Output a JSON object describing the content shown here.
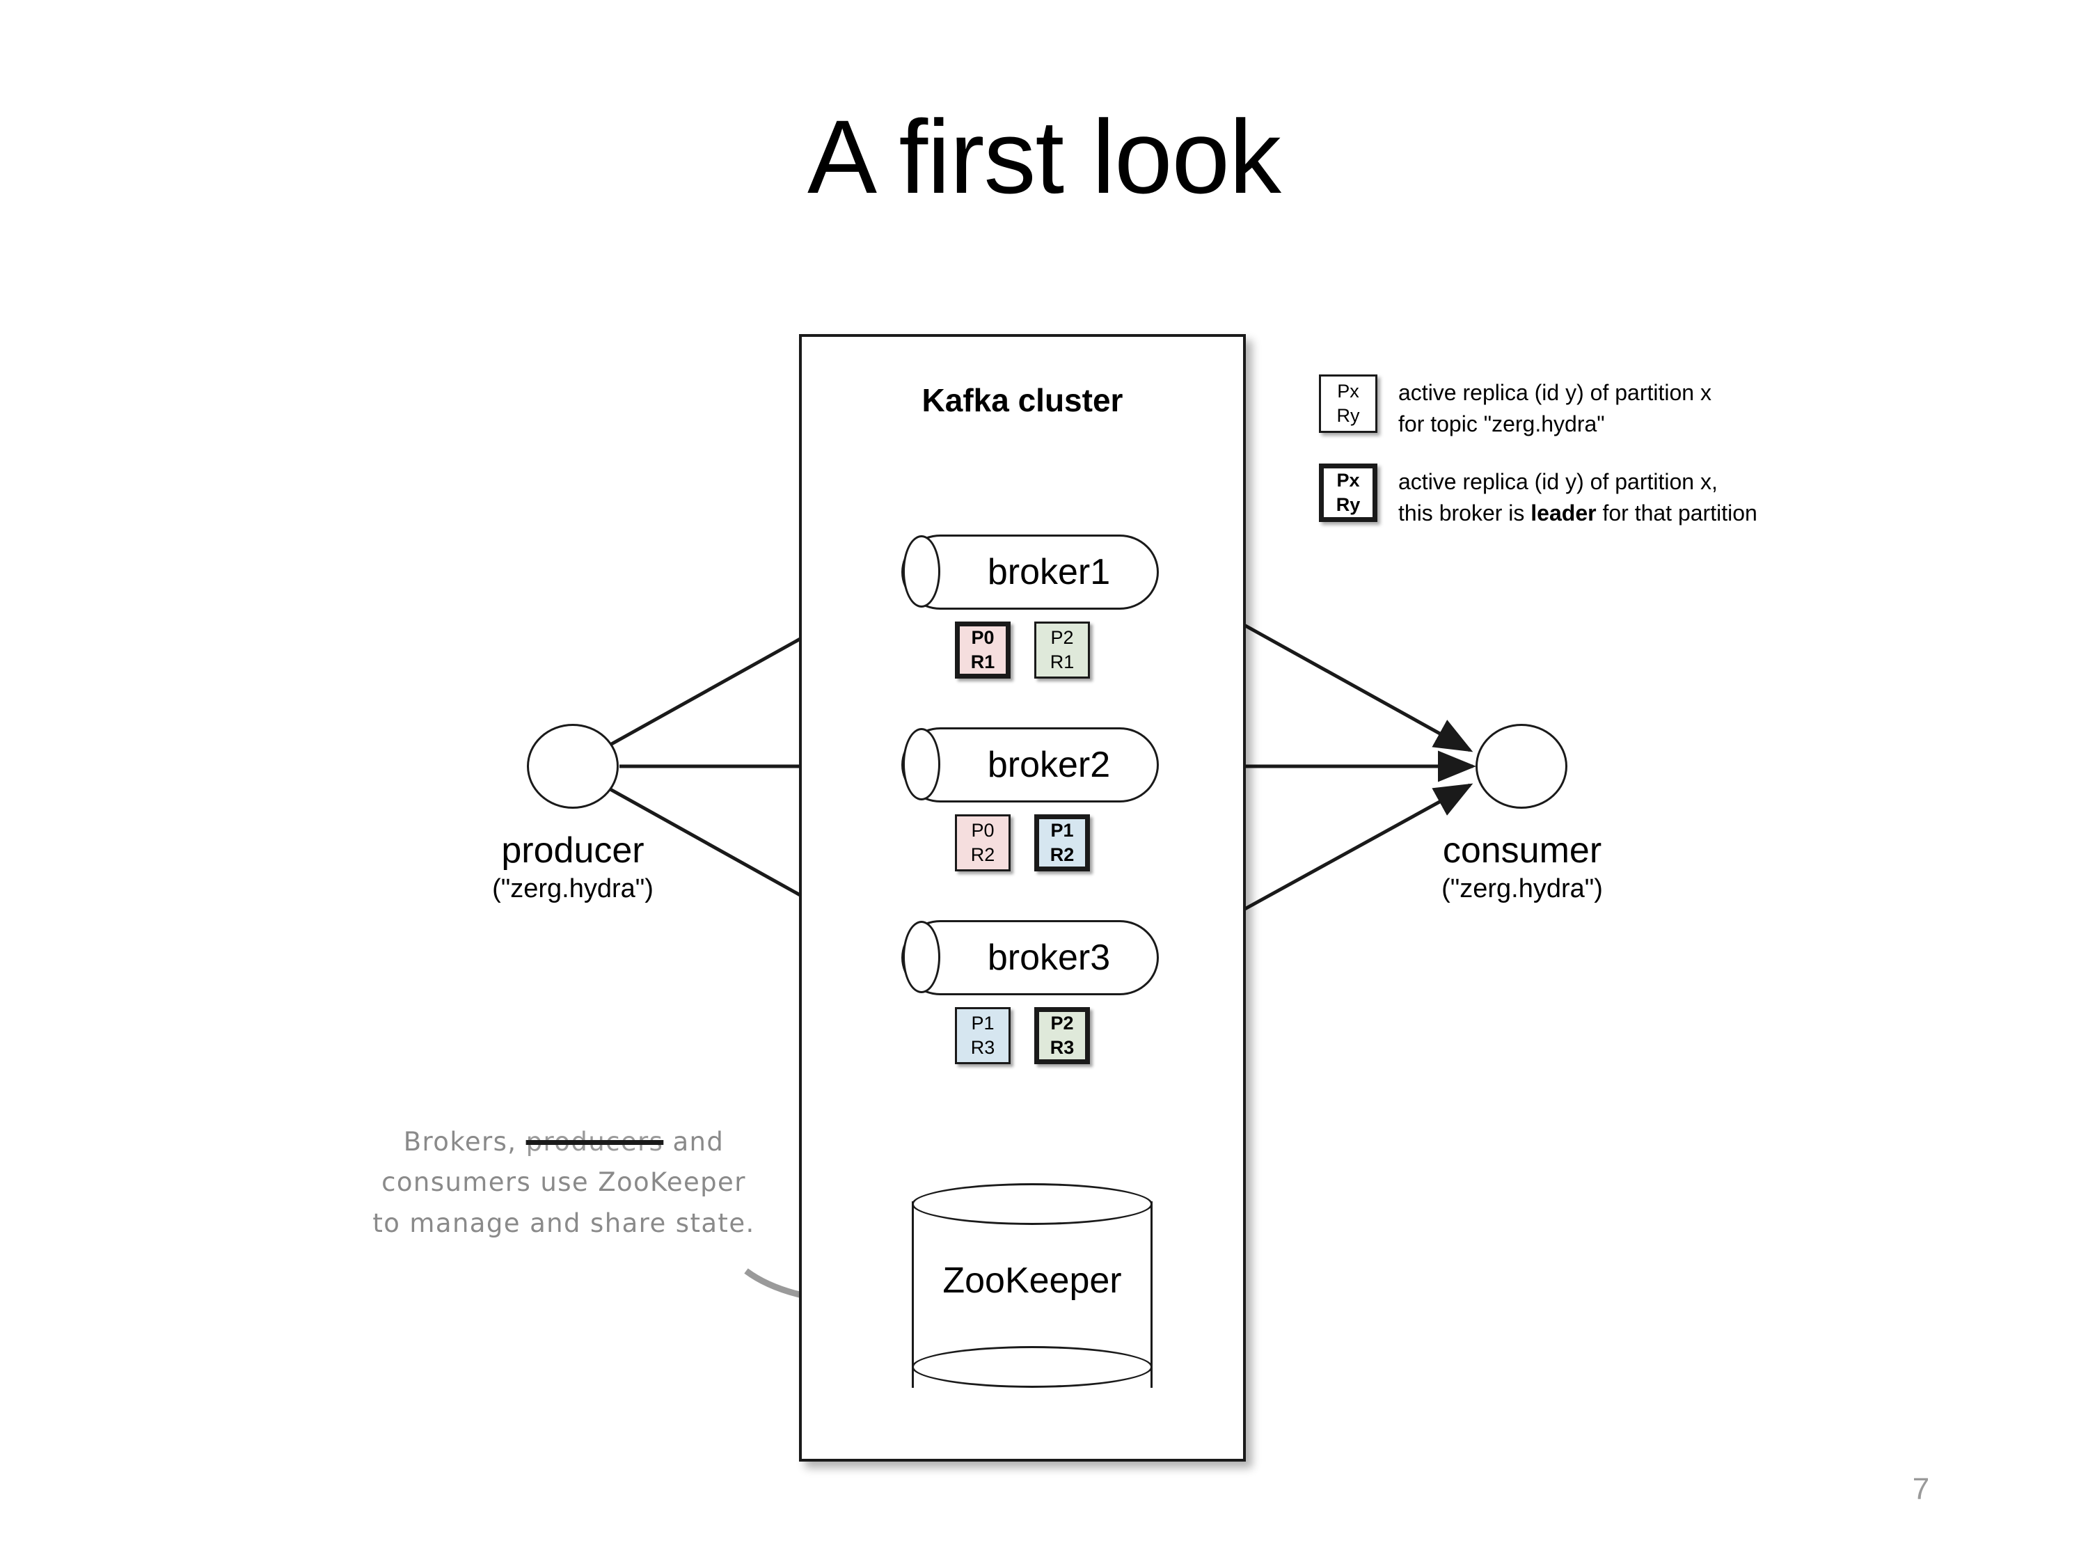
{
  "slide": {
    "title": "A first look",
    "page_number": "7",
    "page_background": "#ffffff"
  },
  "cluster": {
    "title": "Kafka cluster",
    "border_color": "#1a1a1a"
  },
  "brokers": [
    {
      "name": "broker1",
      "partitions": [
        {
          "partition": "P0",
          "replica": "R1",
          "color": "#f5dede",
          "leader": true
        },
        {
          "partition": "P2",
          "replica": "R1",
          "color": "#dfe9da",
          "leader": false
        }
      ]
    },
    {
      "name": "broker2",
      "partitions": [
        {
          "partition": "P0",
          "replica": "R2",
          "color": "#f5dede",
          "leader": false
        },
        {
          "partition": "P1",
          "replica": "R2",
          "color": "#d6e6f0",
          "leader": true
        }
      ]
    },
    {
      "name": "broker3",
      "partitions": [
        {
          "partition": "P1",
          "replica": "R3",
          "color": "#d6e6f0",
          "leader": false
        },
        {
          "partition": "P2",
          "replica": "R3",
          "color": "#dfe9da",
          "leader": true
        }
      ]
    }
  ],
  "zookeeper": {
    "label": "ZooKeeper"
  },
  "producer": {
    "name": "producer",
    "topic": "(\"zerg.hydra\")"
  },
  "consumer": {
    "name": "consumer",
    "topic": "(\"zerg.hydra\")"
  },
  "legend": [
    {
      "box": {
        "partition": "Px",
        "replica": "Ry",
        "leader": false
      },
      "line1": "active replica (id y) of partition x",
      "line2": "for topic \"zerg.hydra\""
    },
    {
      "box": {
        "partition": "Px",
        "replica": "Ry",
        "leader": true
      },
      "line1": "active replica (id y) of partition x,",
      "line2_pre": "this broker is ",
      "line2_bold": "leader",
      "line2_post": " for that partition"
    }
  ],
  "handwritten_note": {
    "line1_pre": "Brokers, ",
    "line1_struck": "producers",
    "line1_post": " and",
    "line2": "consumers use ZooKeeper",
    "line3": "to manage and share state.",
    "color": "#8a8a8a"
  },
  "arrows": {
    "producer_to_brokers": [
      "broker1",
      "broker2",
      "broker3"
    ],
    "brokers_to_consumer": [
      "broker1",
      "broker2",
      "broker3"
    ],
    "note_to_zookeeper": "ZooKeeper",
    "arrow_color": "#1a1a1a",
    "note_arrow_color": "#9a9a9a"
  }
}
